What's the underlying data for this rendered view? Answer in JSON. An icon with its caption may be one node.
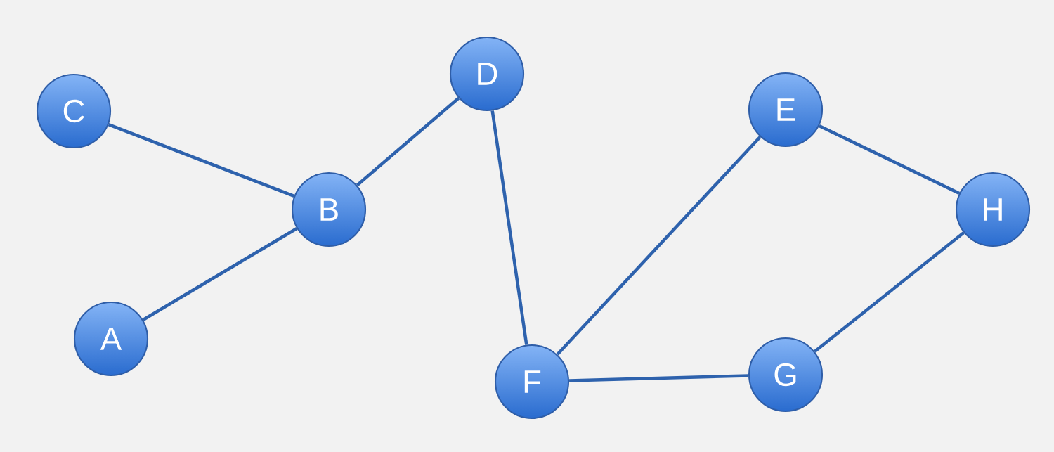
{
  "diagram": {
    "nodes": [
      {
        "text": [
          "A"
        ]
      },
      {
        "text": [
          "B"
        ]
      },
      {
        "text": [
          "C"
        ]
      },
      {
        "text": [
          "D"
        ]
      },
      {
        "text": [
          "E"
        ]
      },
      {
        "text": [
          "F"
        ]
      },
      {
        "text": [
          "G"
        ]
      },
      {
        "text": [
          "H"
        ]
      }
    ],
    "edges": [
      {
        "from": 2,
        "to": 1,
        "arrow": "none"
      },
      {
        "from": 1,
        "to": 3,
        "arrow": "none"
      },
      {
        "from": 0,
        "to": 1,
        "arrow": "none"
      },
      {
        "from": 3,
        "to": 5,
        "arrow": "none"
      },
      {
        "from": 4,
        "to": 5,
        "arrow": "none"
      },
      {
        "from": 4,
        "to": 7,
        "arrow": "none"
      },
      {
        "from": 7,
        "to": 6,
        "arrow": "none"
      },
      {
        "from": 5,
        "to": 6,
        "arrow": "none"
      }
    ]
  }
}
